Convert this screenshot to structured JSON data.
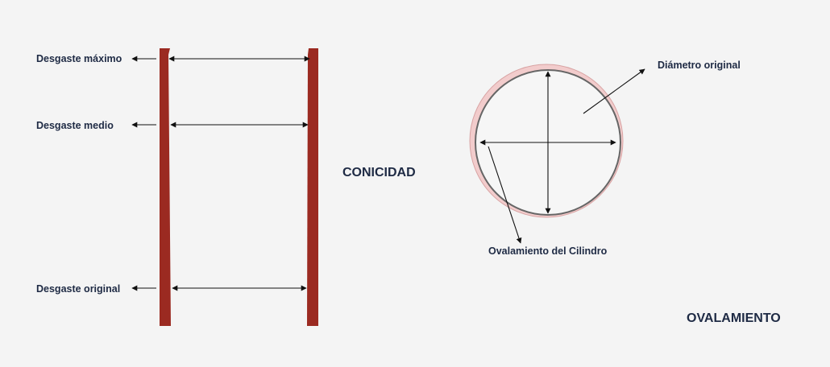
{
  "colors": {
    "background": "#f4f4f4",
    "wall": "#9b2a21",
    "ring_outer": "#f2cccc",
    "ring_border": "#d8a3a3",
    "inner_circle": "#f6f6f6",
    "inner_stroke": "#666666",
    "text": "#1e2a44",
    "arrow": "#111111"
  },
  "conicity": {
    "labels": {
      "max": "Desgaste máximo",
      "mid": "Desgaste medio",
      "orig": "Desgaste original"
    },
    "title": "CONICIDAD"
  },
  "ovality": {
    "labels": {
      "diameter": "Diámetro original",
      "ovality": "Ovalamiento del Cilindro"
    },
    "title": "OVALAMIENTO"
  }
}
